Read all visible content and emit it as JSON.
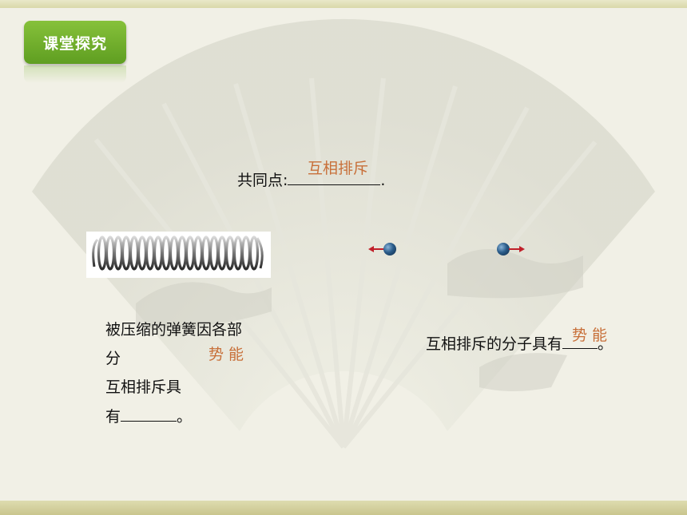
{
  "badge": {
    "label": "课堂探究"
  },
  "common": {
    "prefix": "共同点:",
    "suffix": ".",
    "answer": "互相排斥"
  },
  "spring_text": {
    "line1": "被压缩的弹簧因各部",
    "line2": "分",
    "line3": "互相排斥具",
    "line4_prefix": "有",
    "line4_suffix": "。",
    "answer": "势 能"
  },
  "molecule_text": {
    "prefix": "互相排斥的分子具有",
    "suffix": "。",
    "answer": "势 能"
  },
  "colors": {
    "badge": "#6aaa2a",
    "answer": "#c8703a",
    "arrow": "#c0202a"
  }
}
